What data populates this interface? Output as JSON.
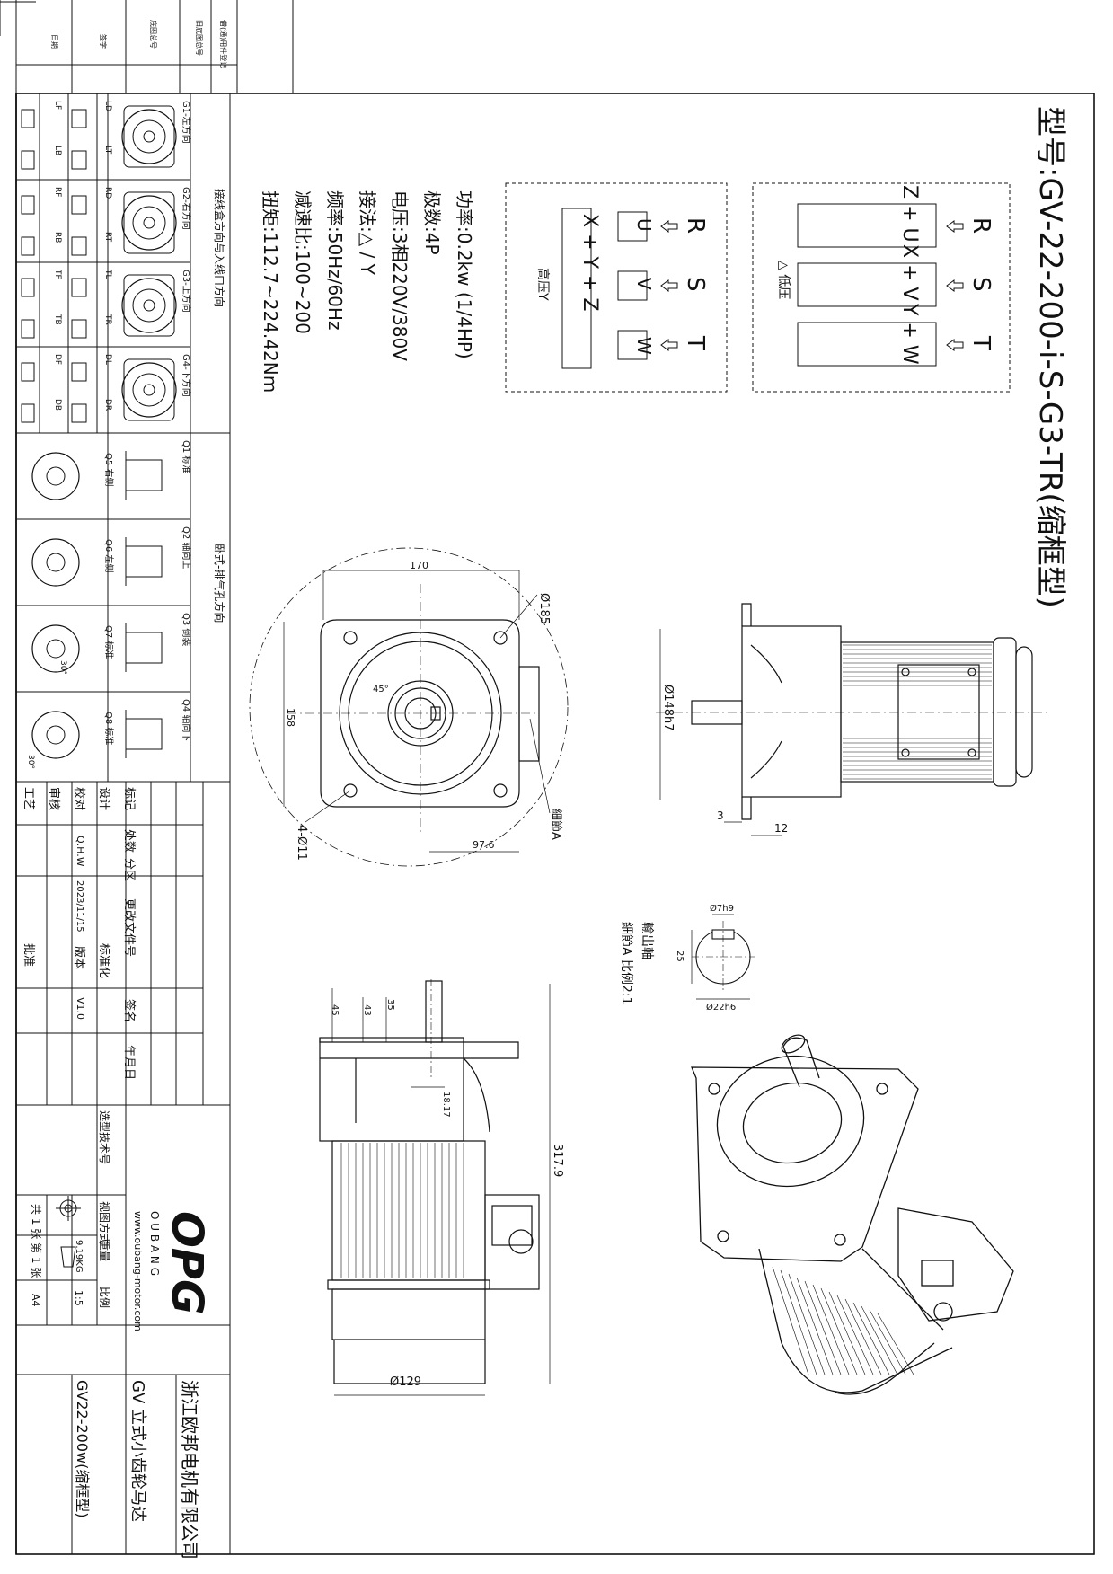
{
  "model": {
    "prefix": "型号:",
    "number": "GV-22-200-i-S-G3-TR(缩框型)"
  },
  "specs": [
    {
      "label": "功率",
      "value": "0.2kw (1/4HP)"
    },
    {
      "label": "极数",
      "value": "4P"
    },
    {
      "label": "电压",
      "value": "3相220V/380V"
    },
    {
      "label": "接法",
      "value": "△ / Y"
    },
    {
      "label": "频率",
      "value": "50Hz/60Hz"
    },
    {
      "label": "减速比",
      "value": "100~200"
    },
    {
      "label": "扭矩",
      "value": "112.7~224.42Nm"
    }
  ],
  "wiring_delta": {
    "caption": "△ 低压",
    "phases": [
      "R",
      "S",
      "T"
    ],
    "pairs": [
      "Z + U",
      "X + V",
      "Y + W"
    ]
  },
  "wiring_wye": {
    "caption": "高压Y",
    "phases": [
      "R",
      "S",
      "T"
    ],
    "terminals": [
      "U",
      "V",
      "W"
    ],
    "star": "X + Y + Z"
  },
  "dimensions": {
    "d170": "170",
    "d185": "Ø185",
    "d45": "45°",
    "d158": "158",
    "d4_11": "4-Ø11",
    "d97_6": "97.6",
    "detail_a": "細節A",
    "d148": "Ø148h7",
    "d3": "3",
    "d12": "12",
    "d7h9": "Ø7h9",
    "d25": "25",
    "d22h6": "Ø22h6",
    "output_shaft": "輸出軸",
    "detail_scale": "細節A 比例2:1",
    "d45b": "45",
    "d43": "43",
    "d35": "35",
    "d18": "18.17",
    "d317": "317.9",
    "d129": "Ø129"
  },
  "box_orientation": {
    "title": "接线盒方向与入线口方向",
    "groups": [
      {
        "name": "G1-左方向",
        "codes": [
          "LD",
          "LT",
          "LF",
          "LB"
        ]
      },
      {
        "name": "G2-右方向",
        "codes": [
          "RD",
          "RT",
          "RF",
          "RB"
        ]
      },
      {
        "name": "G3-上方向",
        "codes": [
          "TL",
          "TR",
          "TF",
          "TB"
        ]
      },
      {
        "name": "G4-下方向",
        "codes": [
          "DL",
          "DR",
          "DF",
          "DB"
        ]
      }
    ]
  },
  "mounting": {
    "title": "卧式-排气孔方向",
    "items": [
      {
        "a": "Q1 标准",
        "b": "Q5 右侧"
      },
      {
        "a": "Q2 轴向上",
        "b": "Q6 左侧"
      },
      {
        "a": "Q3 倒装",
        "b": "Q7 标准"
      },
      {
        "a": "Q4 轴向下",
        "b": "Q8 标准"
      }
    ],
    "angle30": "30°"
  },
  "revision_header": [
    "借(通)用件登记",
    "旧底图总号",
    "底图总号",
    "签字",
    "日期"
  ],
  "title_block": {
    "row_labels": [
      "标记",
      "处数",
      "分区",
      "更改文件号",
      "签名",
      "年月日"
    ],
    "design": "设计",
    "check": "校对",
    "check_name": "Q.H.W",
    "review": "审核",
    "process": "工艺",
    "standardize": "标准化",
    "date": "2023/11/15",
    "version_label": "版本",
    "version": "V1.0",
    "approve": "批准",
    "selection": "选型技术号",
    "logo": "OPG",
    "brand": "O U B A N G",
    "website": "www.oubang-motor.com",
    "view_label": "视图方式",
    "weight_label": "重量",
    "weight": "9.19KG",
    "scale_label": "比例",
    "scale": "1:5",
    "sheet": "共 1 张 第 1 张",
    "paper": "A4",
    "company": "浙江欧邦电机有限公司",
    "product": "GV 立式小齿轮马达",
    "drawing_no": "GV22-200w(缩框型)"
  }
}
